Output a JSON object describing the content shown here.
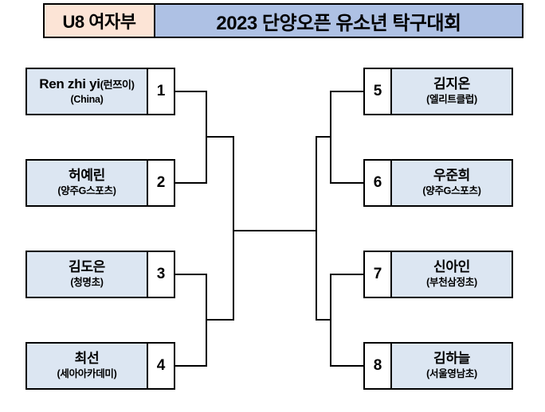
{
  "header": {
    "category": "U8 여자부",
    "title": "2023 단양오픈 유소년 탁구대회",
    "category_bg": "#fce4d6",
    "title_bg": "#aec1e4"
  },
  "bracket": {
    "type": "single-elimination",
    "rounds": 3,
    "box_fill": "#dce6f2",
    "line_color": "#000000",
    "players": [
      {
        "seed": "1",
        "name": "Ren zhi yi",
        "alias": "(런쯔이)",
        "club": "(China)",
        "side": "left"
      },
      {
        "seed": "2",
        "name": "허예린",
        "alias": "",
        "club": "(양주G스포츠)",
        "side": "left"
      },
      {
        "seed": "3",
        "name": "김도은",
        "alias": "",
        "club": "(청명초)",
        "side": "left"
      },
      {
        "seed": "4",
        "name": "최선",
        "alias": "",
        "club": "(세아아카데미)",
        "side": "left"
      },
      {
        "seed": "5",
        "name": "김지온",
        "alias": "",
        "club": "(엘리트클럽)",
        "side": "right"
      },
      {
        "seed": "6",
        "name": "우준희",
        "alias": "",
        "club": "(양주G스포츠)",
        "side": "right"
      },
      {
        "seed": "7",
        "name": "신아인",
        "alias": "",
        "club": "(부천삼정초)",
        "side": "right"
      },
      {
        "seed": "8",
        "name": "김하늘",
        "alias": "",
        "club": "(서울영남초)",
        "side": "right"
      }
    ]
  }
}
